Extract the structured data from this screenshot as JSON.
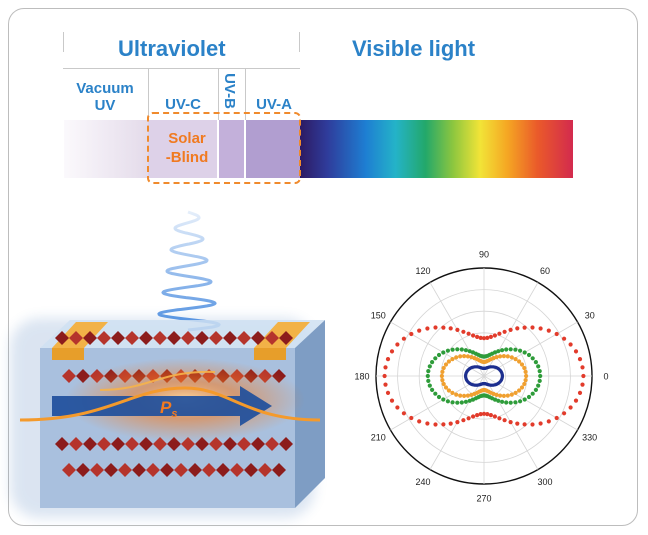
{
  "spectrum": {
    "header_ultraviolet": "Ultraviolet",
    "header_visible": "Visible light",
    "band_vacuum_uv_line1": "Vacuum",
    "band_vacuum_uv_line2": "UV",
    "band_uvc": "UV-C",
    "band_uvb": "UV-B",
    "band_uva": "UV-A",
    "solar_blind_line1": "Solar",
    "solar_blind_line2": "-Blind",
    "colors": {
      "header_text": "#2b82c8",
      "solar_blind_outline": "#f08a2c",
      "vacuum_uv": "#f3eef5",
      "uvc": "#ddd1e8",
      "uvb": "#c3b0da",
      "uva": "#b19ed0"
    }
  },
  "device": {
    "polarization_label": "P",
    "polarization_subscript": "s",
    "colors": {
      "electrode": "#f2b247",
      "crystal_octahedra": "#8c1c1c",
      "polarization_arrow": "#1f4f9c",
      "glow": "#f47a1f",
      "light_wave": "#4f8fe0"
    }
  },
  "chart_data": {
    "type": "polar-scatter",
    "angle_tick_labels": [
      "0",
      "30",
      "60",
      "90",
      "120",
      "150",
      "180",
      "210",
      "240",
      "270",
      "300",
      "330"
    ],
    "radial_grid_fractions": [
      0.2,
      0.4,
      0.6,
      0.8,
      1.0
    ],
    "series": [
      {
        "color": "#e23b2b",
        "shape": "figure-eight",
        "radial_fraction_at_0_deg": 0.92,
        "radial_fraction_at_90_deg": 0.35
      },
      {
        "color": "#2e9c3a",
        "shape": "figure-eight",
        "radial_fraction_at_0_deg": 0.52,
        "radial_fraction_at_90_deg": 0.18
      },
      {
        "color": "#f0a030",
        "shape": "figure-eight",
        "radial_fraction_at_0_deg": 0.39,
        "radial_fraction_at_90_deg": 0.13
      },
      {
        "color": "#1d2f8f",
        "shape": "figure-eight",
        "radial_fraction_at_0_deg": 0.17,
        "radial_fraction_at_90_deg": 0.07
      }
    ]
  }
}
